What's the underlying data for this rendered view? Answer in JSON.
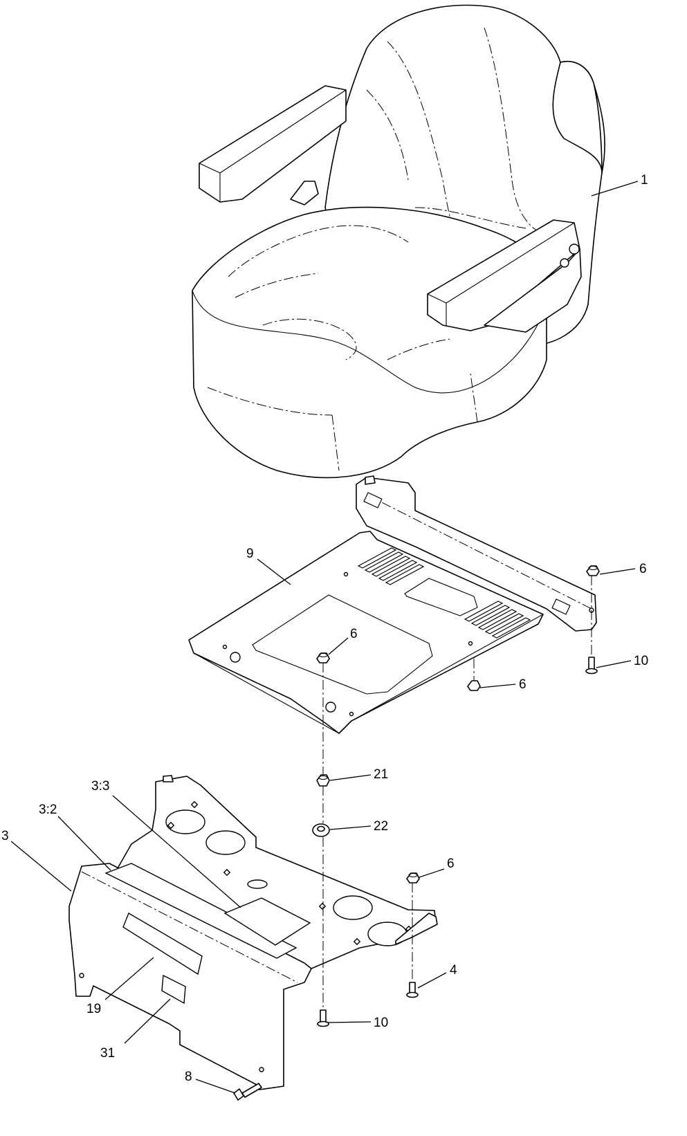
{
  "callouts": [
    {
      "id": "c1",
      "text": "1"
    },
    {
      "id": "c9",
      "text": "9"
    },
    {
      "id": "c6a",
      "text": "6"
    },
    {
      "id": "c6b",
      "text": "6"
    },
    {
      "id": "c6c",
      "text": "6"
    },
    {
      "id": "c10a",
      "text": "10"
    },
    {
      "id": "c21",
      "text": "21"
    },
    {
      "id": "c22",
      "text": "22"
    },
    {
      "id": "c33",
      "text": "3:3"
    },
    {
      "id": "c32",
      "text": "3:2"
    },
    {
      "id": "c3",
      "text": "3"
    },
    {
      "id": "c6d",
      "text": "6"
    },
    {
      "id": "c4",
      "text": "4"
    },
    {
      "id": "c19",
      "text": "19"
    },
    {
      "id": "c10b",
      "text": "10"
    },
    {
      "id": "c31",
      "text": "31"
    },
    {
      "id": "c8",
      "text": "8"
    }
  ]
}
